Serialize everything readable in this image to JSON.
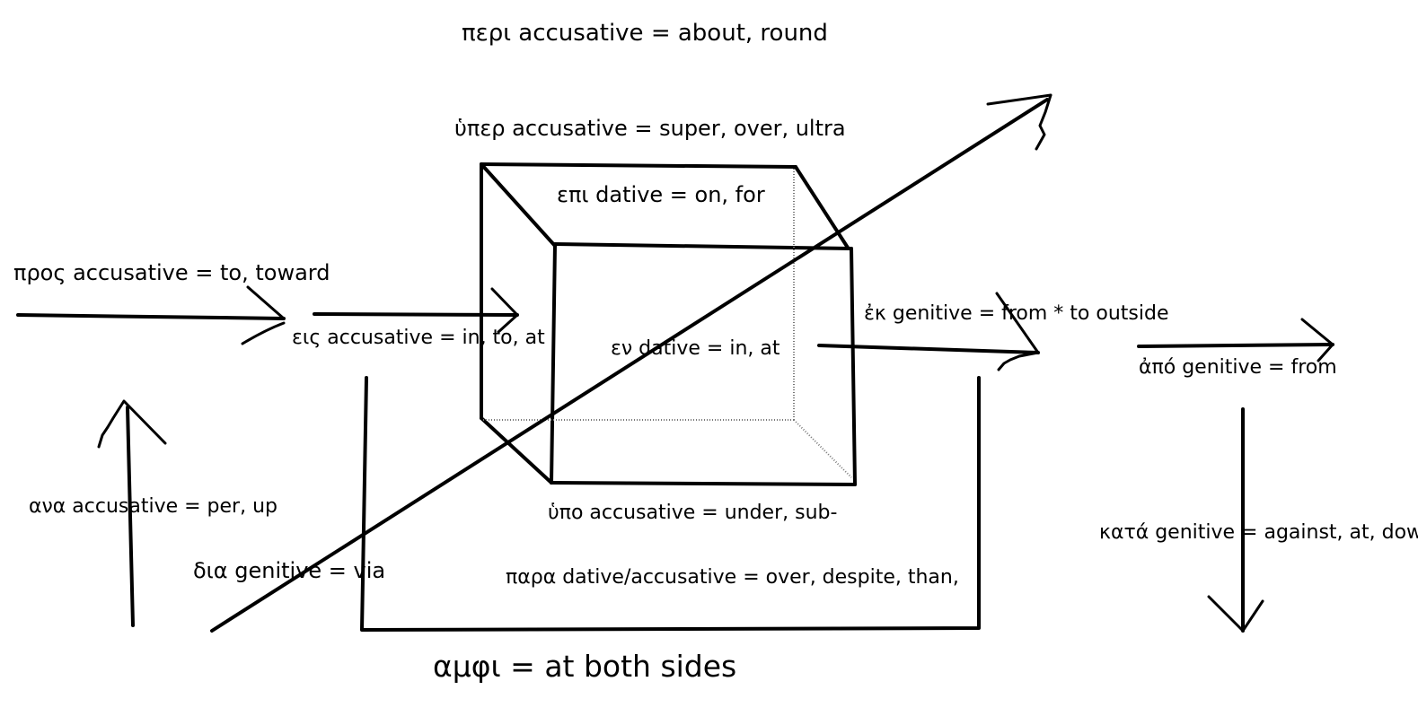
{
  "labels": {
    "peri": "περι accusative = about, round",
    "hyper": "ὑπερ accusative = super, over, ultra",
    "epi": "επι dative = on, for",
    "pros": "προς accusative = to, toward",
    "eis": "εις accusative = in, to, at",
    "en": "εν dative = in, at",
    "ek": "ἐκ genitive = from * to outside",
    "apo": "ἀπό genitive = from",
    "ana": "ανα accusative = per, up",
    "hypo": "ὑπο accusative = under, sub-",
    "kata": "κατά genitive = against, at, down",
    "dia": "δια genitive = via",
    "para": "παρα dative/accusative = over, despite, than,",
    "amphi": "αμφι = at both sides"
  }
}
